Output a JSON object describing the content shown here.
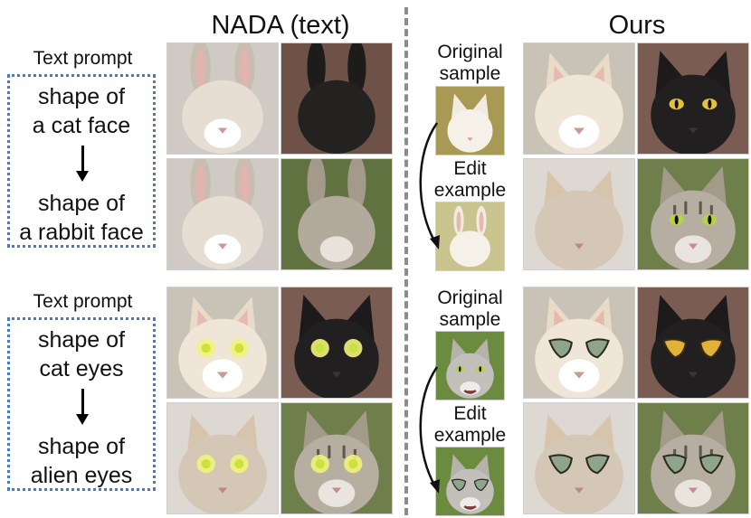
{
  "headers": {
    "left": "NADA (text)",
    "right": "Ours"
  },
  "top_block": {
    "prompt_label": "Text prompt",
    "source": [
      "shape of",
      "a cat face"
    ],
    "target": [
      "shape of",
      "a rabbit face"
    ],
    "original_label": [
      "Original",
      "sample"
    ],
    "edit_label": [
      "Edit",
      "example"
    ]
  },
  "bottom_block": {
    "prompt_label": "Text prompt",
    "source": [
      "shape of",
      "cat eyes"
    ],
    "target": [
      "shape of",
      "alien eyes"
    ],
    "original_label": [
      "Original",
      "sample"
    ],
    "edit_label": [
      "Edit",
      "example"
    ]
  },
  "colors": {
    "dotted_box": "#4a78c2",
    "divider": "#8c8c8c"
  }
}
